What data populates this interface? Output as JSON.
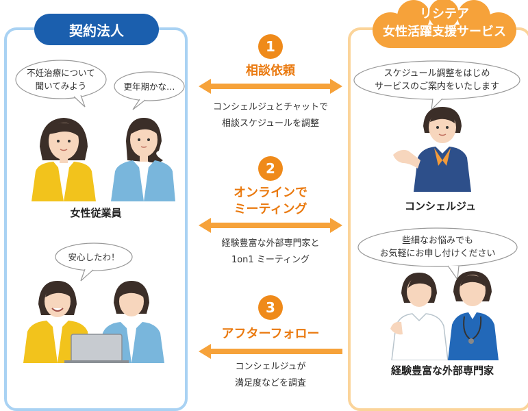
{
  "company": {
    "label": "契約法人",
    "bubbles": [
      "不妊治療について\n聞いてみよう",
      "更年期かな…",
      "安心したわ！"
    ],
    "employees_caption": "女性従業員"
  },
  "service": {
    "title": "リシテア\n女性活躍支援サービス",
    "concierge_bubble": "スケジュール調整をはじめ\nサービスのご案内をいたします",
    "concierge_caption": "コンシェルジュ",
    "experts_bubble": "些細なお悩みでも\nお気軽にお申し付けください",
    "experts_caption": "経験豊富な外部専門家"
  },
  "steps": [
    {
      "number": "1",
      "title": "相談依頼",
      "description": "コンシェルジュとチャットで\n相談スケジュールを調整"
    },
    {
      "number": "2",
      "title": "オンラインで\nミーティング",
      "description": "経験豊富な外部専門家と\n1on1 ミーティング"
    },
    {
      "number": "3",
      "title": "アフターフォロー",
      "description": "コンシェルジュが\n満足度などを調査"
    }
  ],
  "colors": {
    "accent": "#ef8a1a",
    "company_blue": "#1b5fae",
    "service_orange": "#f6a23a"
  }
}
